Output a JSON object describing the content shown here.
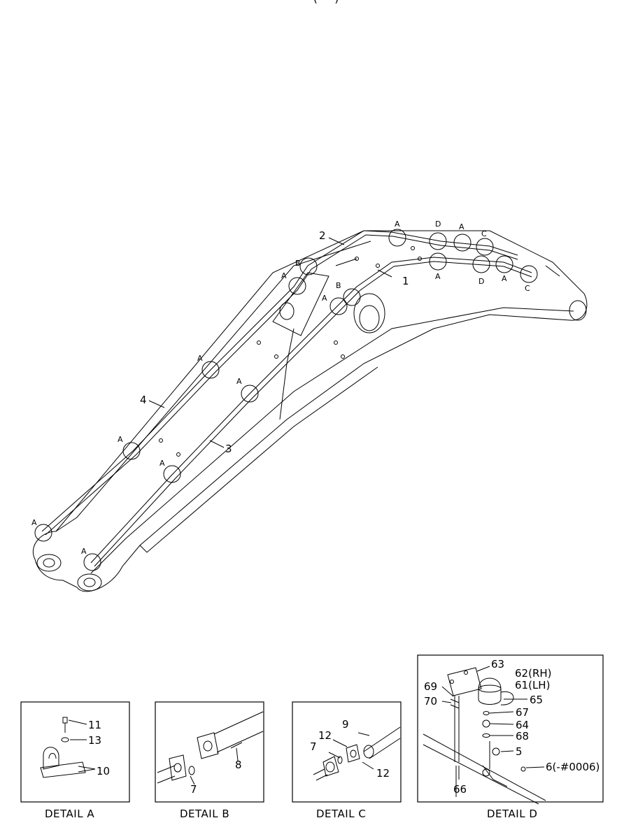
{
  "header": {
    "partial_title": "( — )"
  },
  "main": {
    "callouts": [
      "1",
      "2",
      "3",
      "4"
    ],
    "zones": [
      "A",
      "B",
      "C",
      "D"
    ]
  },
  "details": [
    {
      "caption": "DETAIL  A",
      "labels": [
        "11",
        "13",
        "10"
      ]
    },
    {
      "caption": "DETAIL  B",
      "labels": [
        "8",
        "7"
      ]
    },
    {
      "caption": "DETAIL  C",
      "labels": [
        "9",
        "12",
        "7",
        "12"
      ]
    },
    {
      "caption": "DETAIL  D",
      "labels": [
        "63",
        "62(RH)",
        "61(LH)",
        "69",
        "70",
        "65",
        "67",
        "64",
        "68",
        "5",
        "6(-#0006)",
        "66"
      ]
    }
  ],
  "colors": {
    "line": "#000000",
    "background": "#ffffff"
  }
}
